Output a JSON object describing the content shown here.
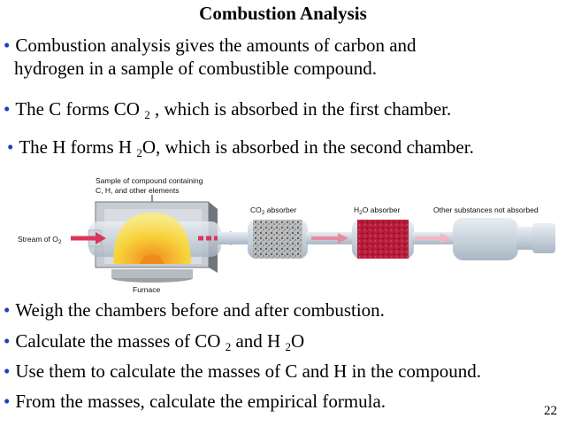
{
  "title": "Combustion Analysis",
  "bullets_top": [
    {
      "line1": "Combustion analysis gives the amounts of carbon and",
      "line2": "hydrogen in a sample of combustible compound."
    },
    {
      "pre": "The C  forms CO ",
      "sub": "2",
      "post": " , which is absorbed in the first chamber."
    },
    {
      "pre": "The H forms H ",
      "sub": "2",
      "post": "O, which is absorbed in the second chamber."
    }
  ],
  "diagram": {
    "sample_label_line1": "Sample of compound containing",
    "sample_label_line2": "C, H, and other elements",
    "stream_label": "Stream of O",
    "stream_label_sub": "2",
    "co2_label": "CO",
    "co2_label_sub": "2",
    "co2_label_post": " absorber",
    "h2o_label": "H",
    "h2o_label_sub": "2",
    "h2o_label_post": "O absorber",
    "other_label": "Other substances not absorbed",
    "furnace_label": "Furnace",
    "colors": {
      "arrow": "#d9365c",
      "h2o_absorber": "#b81e3c",
      "co2_absorber": "#9a9a9a",
      "flame_yellow": "#f6d23a",
      "flame_orange": "#f08a1c"
    }
  },
  "bullets_bottom": [
    {
      "text": "Weigh the chambers before and after combustion."
    },
    {
      "pre": "Calculate the masses of CO ",
      "sub1": "2",
      "mid": " and H ",
      "sub2": "2",
      "post": "O"
    },
    {
      "text": "Use them to calculate the masses of C and H in the compound."
    },
    {
      "text": "From the masses, calculate the empirical formula."
    }
  ],
  "page_number": "22"
}
